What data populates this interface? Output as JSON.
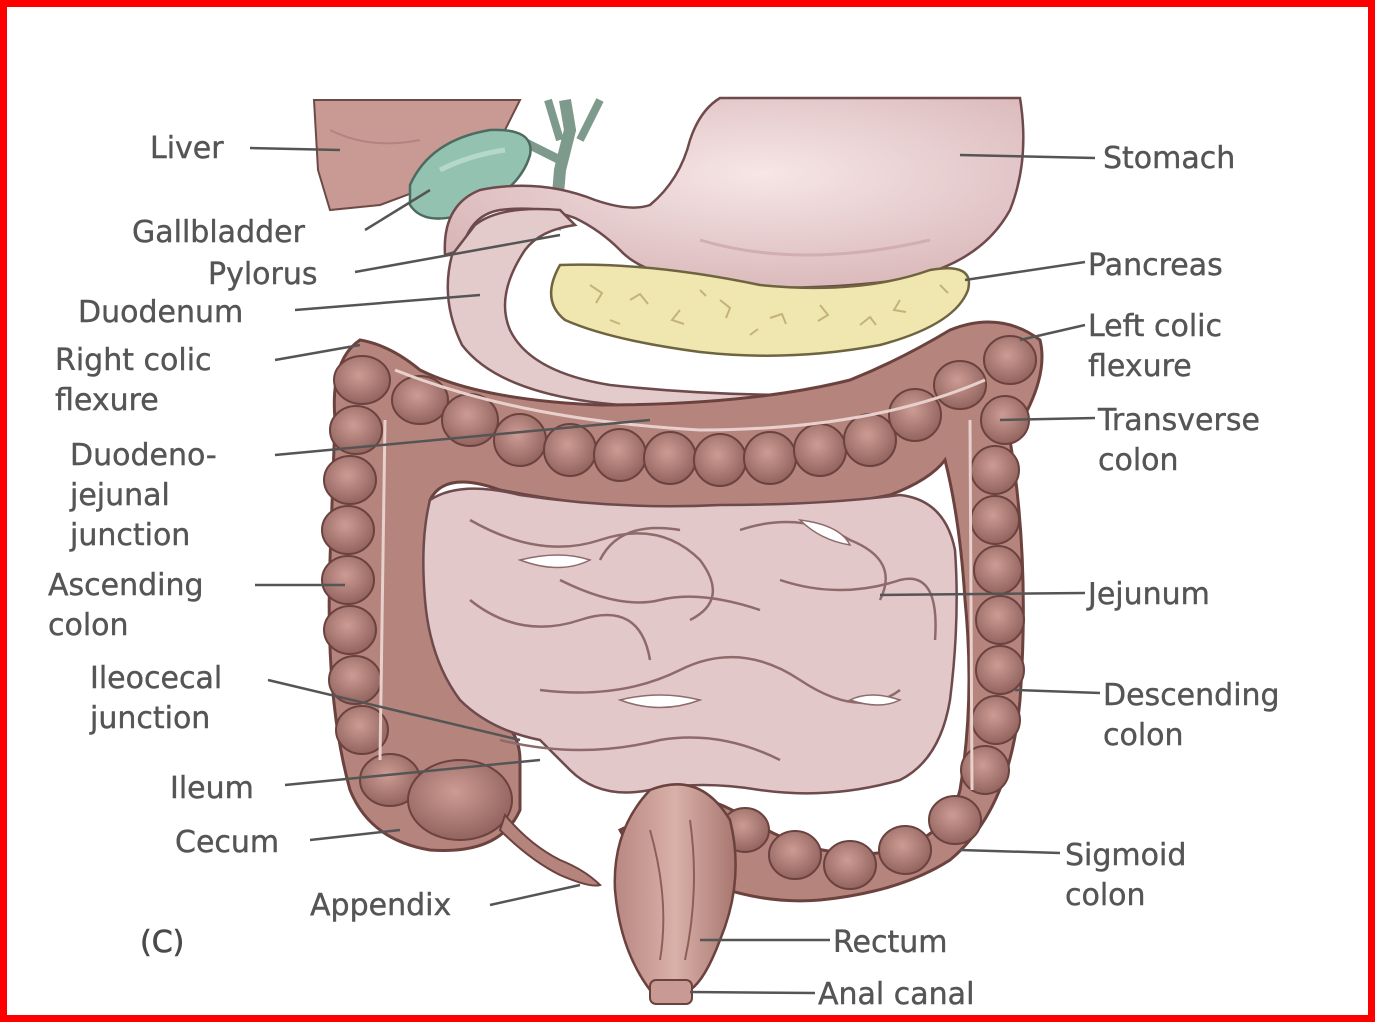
{
  "figure": {
    "panel_letter": "(C)",
    "colors": {
      "frame": "#ff0000",
      "colon": "#b5847d",
      "colon_dark": "#7d5450",
      "small_intestine": "#e2c8c8",
      "stomach": "#edd6d6",
      "liver": "#c99a94",
      "gallbladder": "#93c2b0",
      "pancreas": "#f0e6b0",
      "leader_line": "#555555"
    }
  },
  "labels": {
    "liver": "Liver",
    "gallbladder": "Gallbladder",
    "pylorus": "Pylorus",
    "duodenum": "Duodenum",
    "right_colic_flexure": [
      "Right colic",
      "flexure"
    ],
    "duodenojejunal_junction": [
      "Duodeno-",
      "jejunal",
      "junction"
    ],
    "ascending_colon": [
      "Ascending",
      "colon"
    ],
    "ileocecal_junction": [
      "Ileocecal",
      "junction"
    ],
    "ileum": "Ileum",
    "cecum": "Cecum",
    "appendix": "Appendix",
    "stomach": "Stomach",
    "pancreas": "Pancreas",
    "left_colic_flexure": [
      "Left colic",
      "flexure"
    ],
    "transverse_colon": [
      "Transverse",
      "colon"
    ],
    "jejunum": "Jejunum",
    "descending_colon": [
      "Descending",
      "colon"
    ],
    "sigmoid_colon": [
      "Sigmoid",
      "colon"
    ],
    "rectum": "Rectum",
    "anal_canal": "Anal canal"
  }
}
